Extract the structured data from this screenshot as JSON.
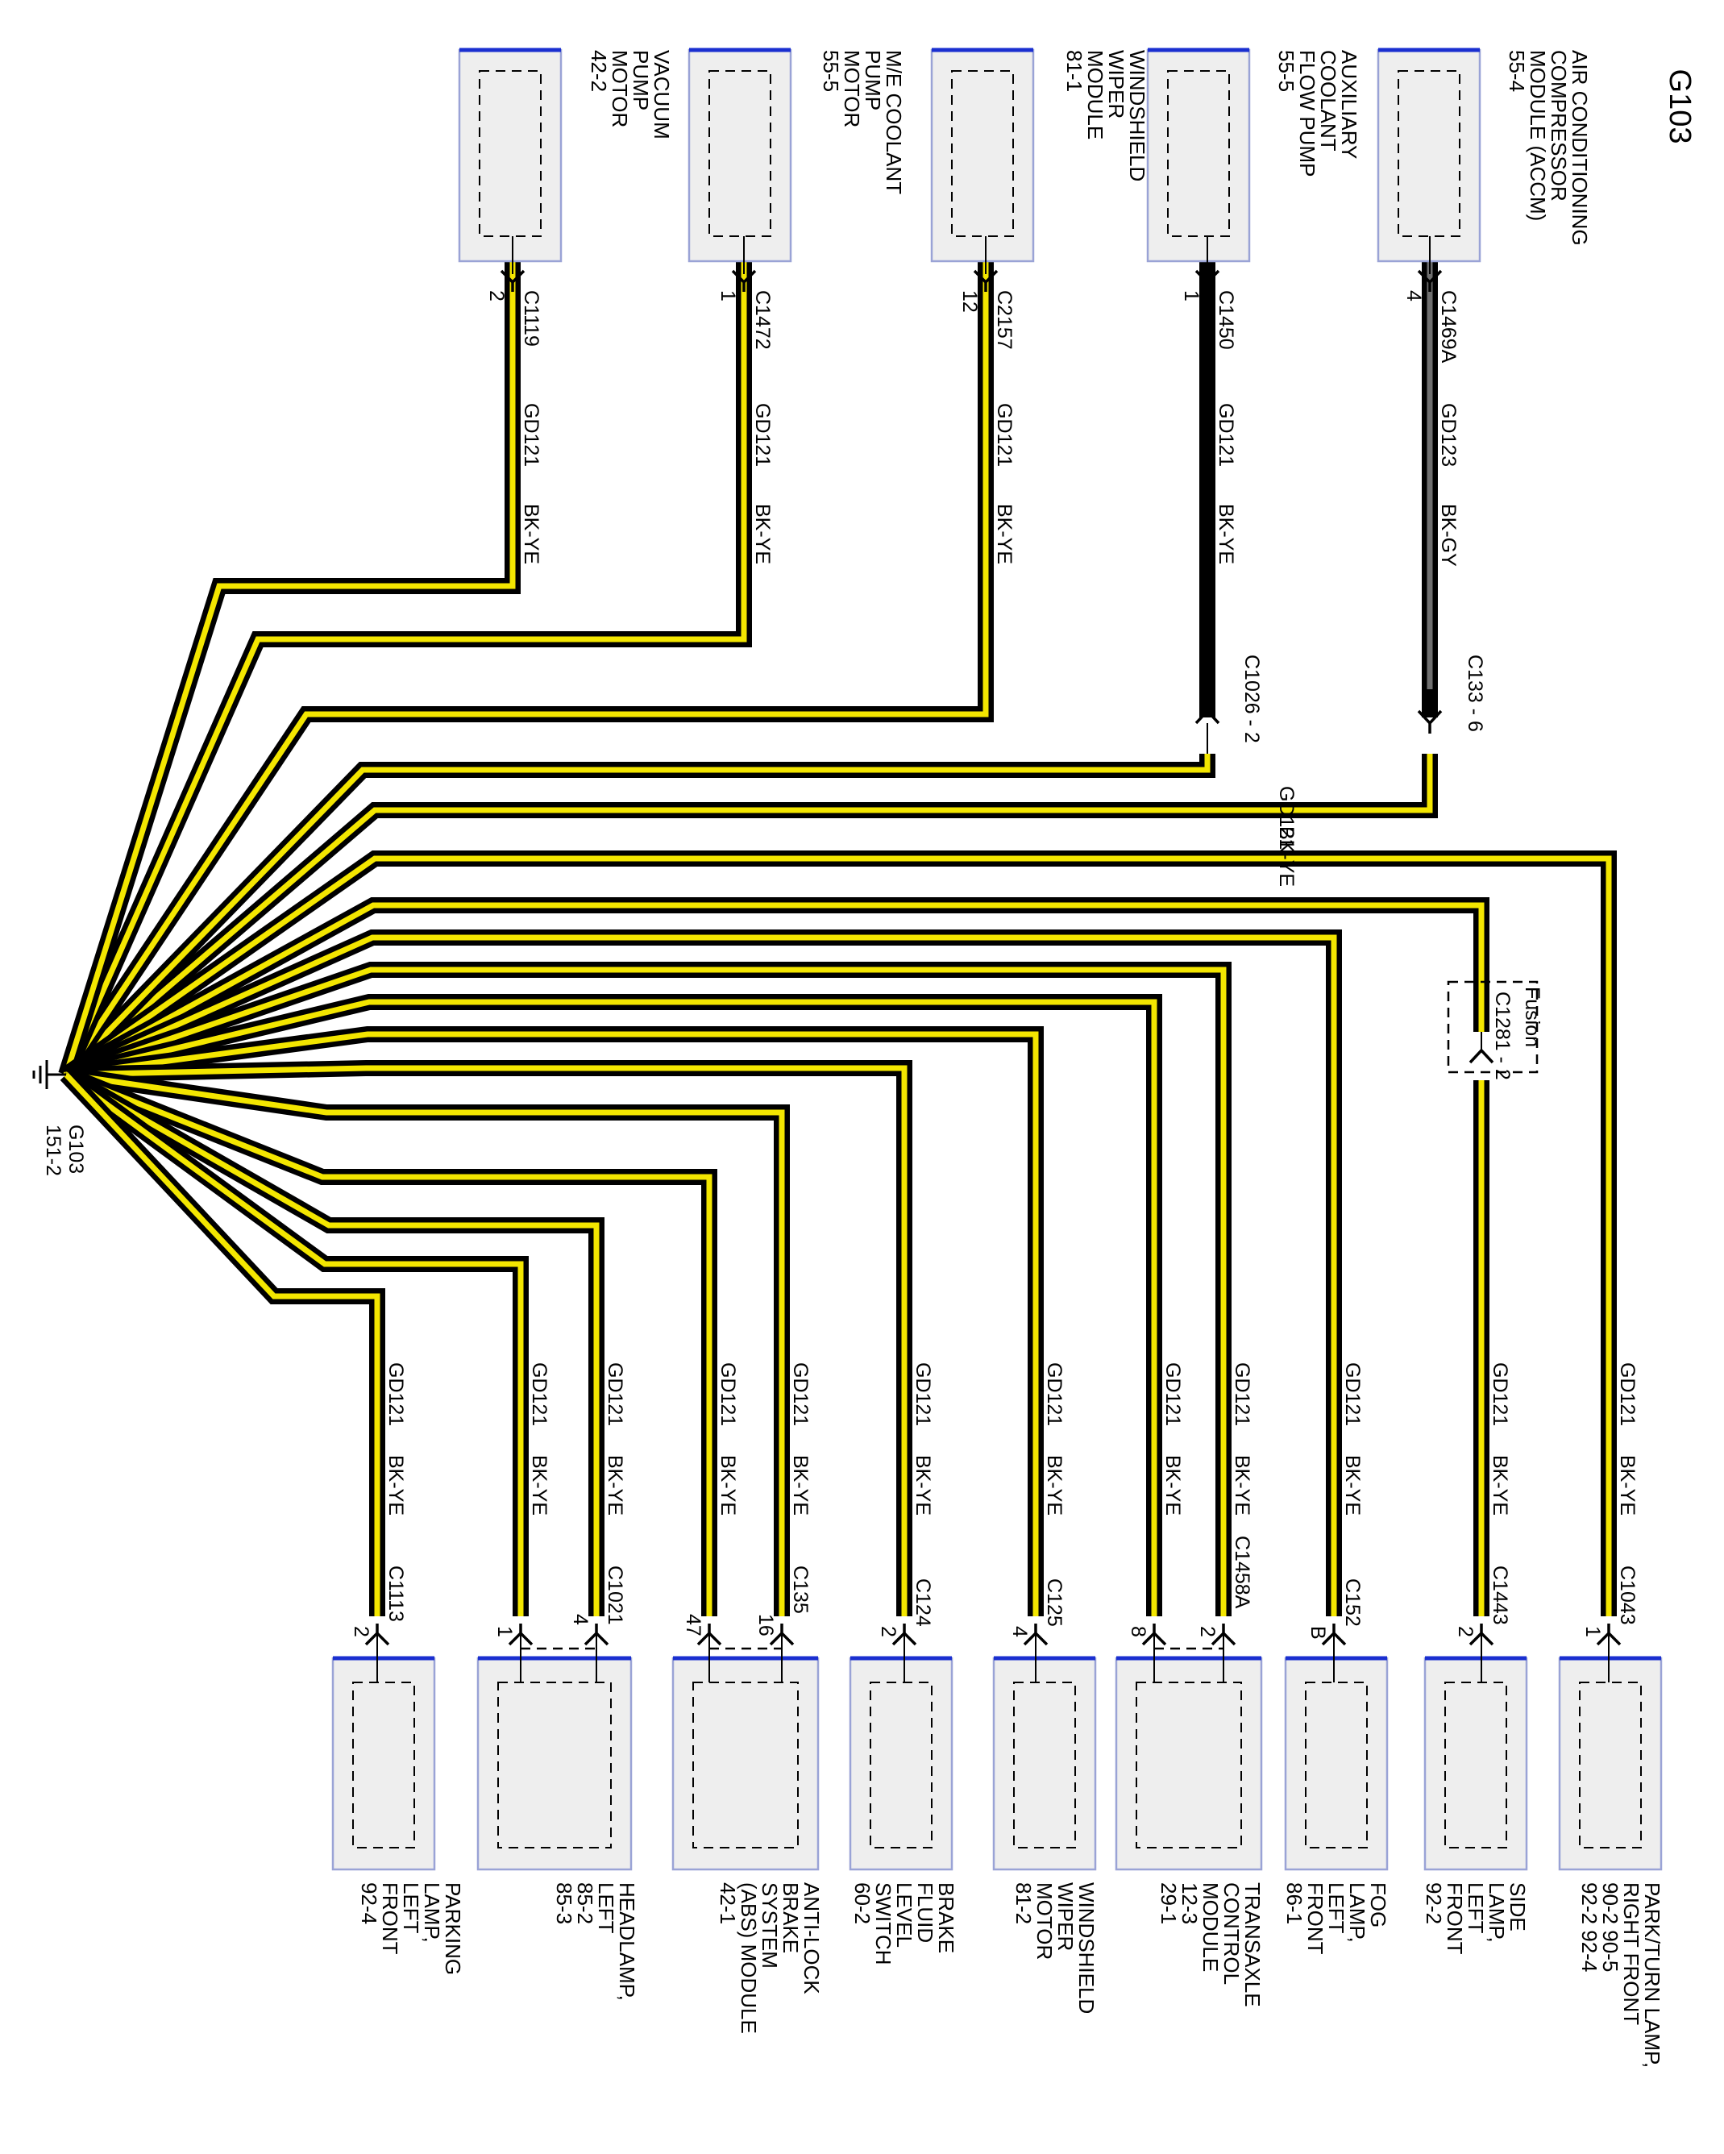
{
  "title": "G103",
  "ground": {
    "id": "G103",
    "ref": "151-2"
  },
  "fusion_note": "Fusion",
  "top_components": [
    {
      "lines": [
        "AIR CONDITIONING",
        "COMPRESSOR",
        "MODULE (ACCM)",
        "55-4"
      ],
      "connector": "C1469A",
      "pin": "4",
      "circuit": "GD123",
      "color": "BK-GY",
      "inline": "C133 - 6"
    },
    {
      "lines": [
        "AUXILIARY",
        "COOLANT",
        "FLOW PUMP",
        "55-5"
      ],
      "connector": "C1450",
      "pin": "1",
      "circuit": "GD121",
      "color": "BK-YE",
      "inline": "C1026 - 2"
    },
    {
      "lines": [
        "WINDSHIELD",
        "WIPER",
        "MODULE",
        "81-1"
      ],
      "connector": "C2157",
      "pin": "12",
      "circuit": "GD121",
      "color": "BK-YE"
    },
    {
      "lines": [
        "M/E COOLANT",
        "PUMP",
        "MOTOR",
        "55-5"
      ],
      "connector": "C1472",
      "pin": "1",
      "circuit": "GD121",
      "color": "BK-YE"
    },
    {
      "lines": [
        "VACUUM",
        "PUMP",
        "MOTOR",
        "42-2"
      ],
      "connector": "C1119",
      "pin": "2",
      "circuit": "GD121",
      "color": "BK-YE"
    }
  ],
  "trunk": {
    "circuit": "GD121",
    "color": "BK-YE"
  },
  "bottom_components": [
    {
      "lines": [
        "PARK/TURN LAMP,",
        "RIGHT FRONT",
        "90-2  90-5",
        "92-2  92-4"
      ],
      "connector": "C1043",
      "pins": [
        "1"
      ],
      "circuit": "GD121",
      "color": "BK-YE"
    },
    {
      "lines": [
        "SIDE",
        "LAMP,",
        "LEFT",
        "FRONT",
        "92-2"
      ],
      "connector": "C1443",
      "pins": [
        "2"
      ],
      "circuit": "GD121",
      "color": "BK-YE",
      "inline": "C1281 - 2"
    },
    {
      "lines": [
        "FOG",
        "LAMP,",
        "LEFT",
        "FRONT",
        "86-1"
      ],
      "connector": "C152",
      "pins": [
        "B"
      ],
      "circuit": "GD121",
      "color": "BK-YE"
    },
    {
      "lines": [
        "TRANSAXLE",
        "CONTROL",
        "MODULE",
        "12-3",
        "29-1"
      ],
      "connector": "C1458A",
      "pins": [
        "2",
        "8"
      ],
      "circuit": "GD121",
      "color": "BK-YE"
    },
    {
      "lines": [
        "WINDSHIELD",
        "WIPER",
        "MOTOR",
        "81-2"
      ],
      "connector": "C125",
      "pins": [
        "4"
      ],
      "circuit": "GD121",
      "color": "BK-YE"
    },
    {
      "lines": [
        "BRAKE",
        "FLUID",
        "LEVEL",
        "SWITCH",
        "60-2"
      ],
      "connector": "C124",
      "pins": [
        "2"
      ],
      "circuit": "GD121",
      "color": "BK-YE"
    },
    {
      "lines": [
        "ANTI-LOCK",
        "BRAKE",
        "SYSTEM",
        "(ABS) MODULE",
        "42-1"
      ],
      "connector": "C135",
      "pins": [
        "16",
        "47"
      ],
      "circuit": "GD121",
      "color": "BK-YE"
    },
    {
      "lines": [
        "HEADLAMP,",
        "LEFT",
        "85-2",
        "85-3"
      ],
      "connector": "C1021",
      "pins": [
        "4",
        "1"
      ],
      "circuit": "GD121",
      "color": "BK-YE"
    },
    {
      "lines": [
        "PARKING",
        "LAMP,",
        "LEFT",
        "FRONT",
        "92-4"
      ],
      "connector": "C1113",
      "pins": [
        "2"
      ],
      "circuit": "GD121",
      "color": "BK-YE"
    }
  ]
}
